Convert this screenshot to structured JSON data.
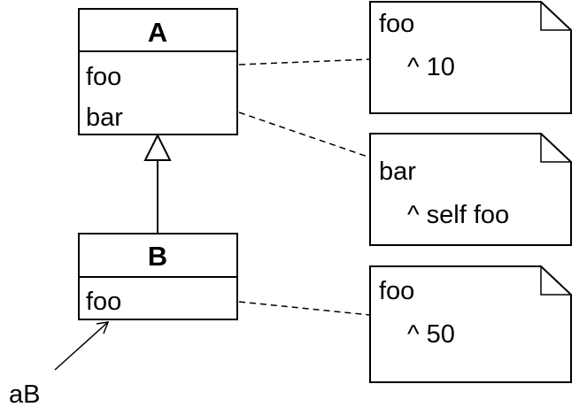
{
  "diagram": {
    "class_a": {
      "name": "A",
      "methods": [
        "foo",
        "bar"
      ]
    },
    "class_b": {
      "name": "B",
      "methods": [
        "foo"
      ]
    },
    "notes": [
      {
        "lines": [
          "foo",
          "^ 10"
        ]
      },
      {
        "lines": [
          "bar",
          "^ self foo"
        ]
      },
      {
        "lines": [
          "foo",
          "^ 50"
        ]
      }
    ],
    "instance_label": "aB",
    "colors": {
      "stroke": "#000000",
      "background": "#ffffff"
    }
  }
}
